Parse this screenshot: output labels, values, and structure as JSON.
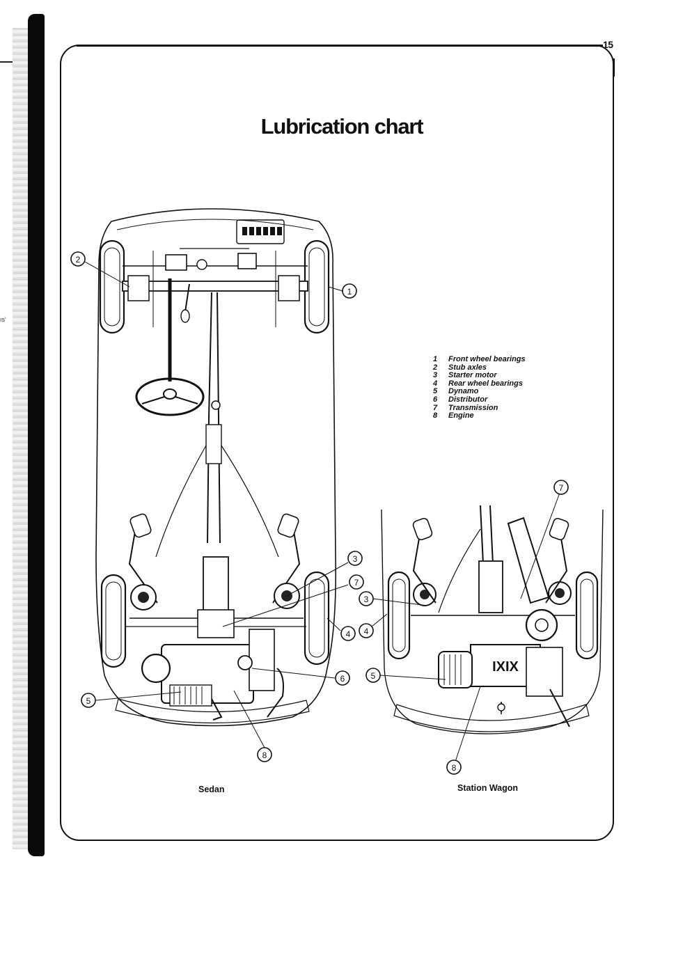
{
  "page": {
    "number": "15",
    "edge_text": "ıs'"
  },
  "title": "Lubrication chart",
  "legend": [
    {
      "num": "1",
      "label": "Front wheel bearings"
    },
    {
      "num": "2",
      "label": "Stub axles"
    },
    {
      "num": "3",
      "label": "Starter motor"
    },
    {
      "num": "4",
      "label": "Rear wheel bearings"
    },
    {
      "num": "5",
      "label": "Dynamo"
    },
    {
      "num": "6",
      "label": "Distributor"
    },
    {
      "num": "7",
      "label": "Transmission"
    },
    {
      "num": "8",
      "label": "Engine"
    }
  ],
  "captions": {
    "sedan": "Sedan",
    "wagon": "Station Wagon"
  },
  "callouts": {
    "sedan": [
      "2",
      "1",
      "3",
      "7",
      "4",
      "6",
      "5",
      "8"
    ],
    "wagon": [
      "7",
      "3",
      "4",
      "5",
      "8"
    ]
  }
}
